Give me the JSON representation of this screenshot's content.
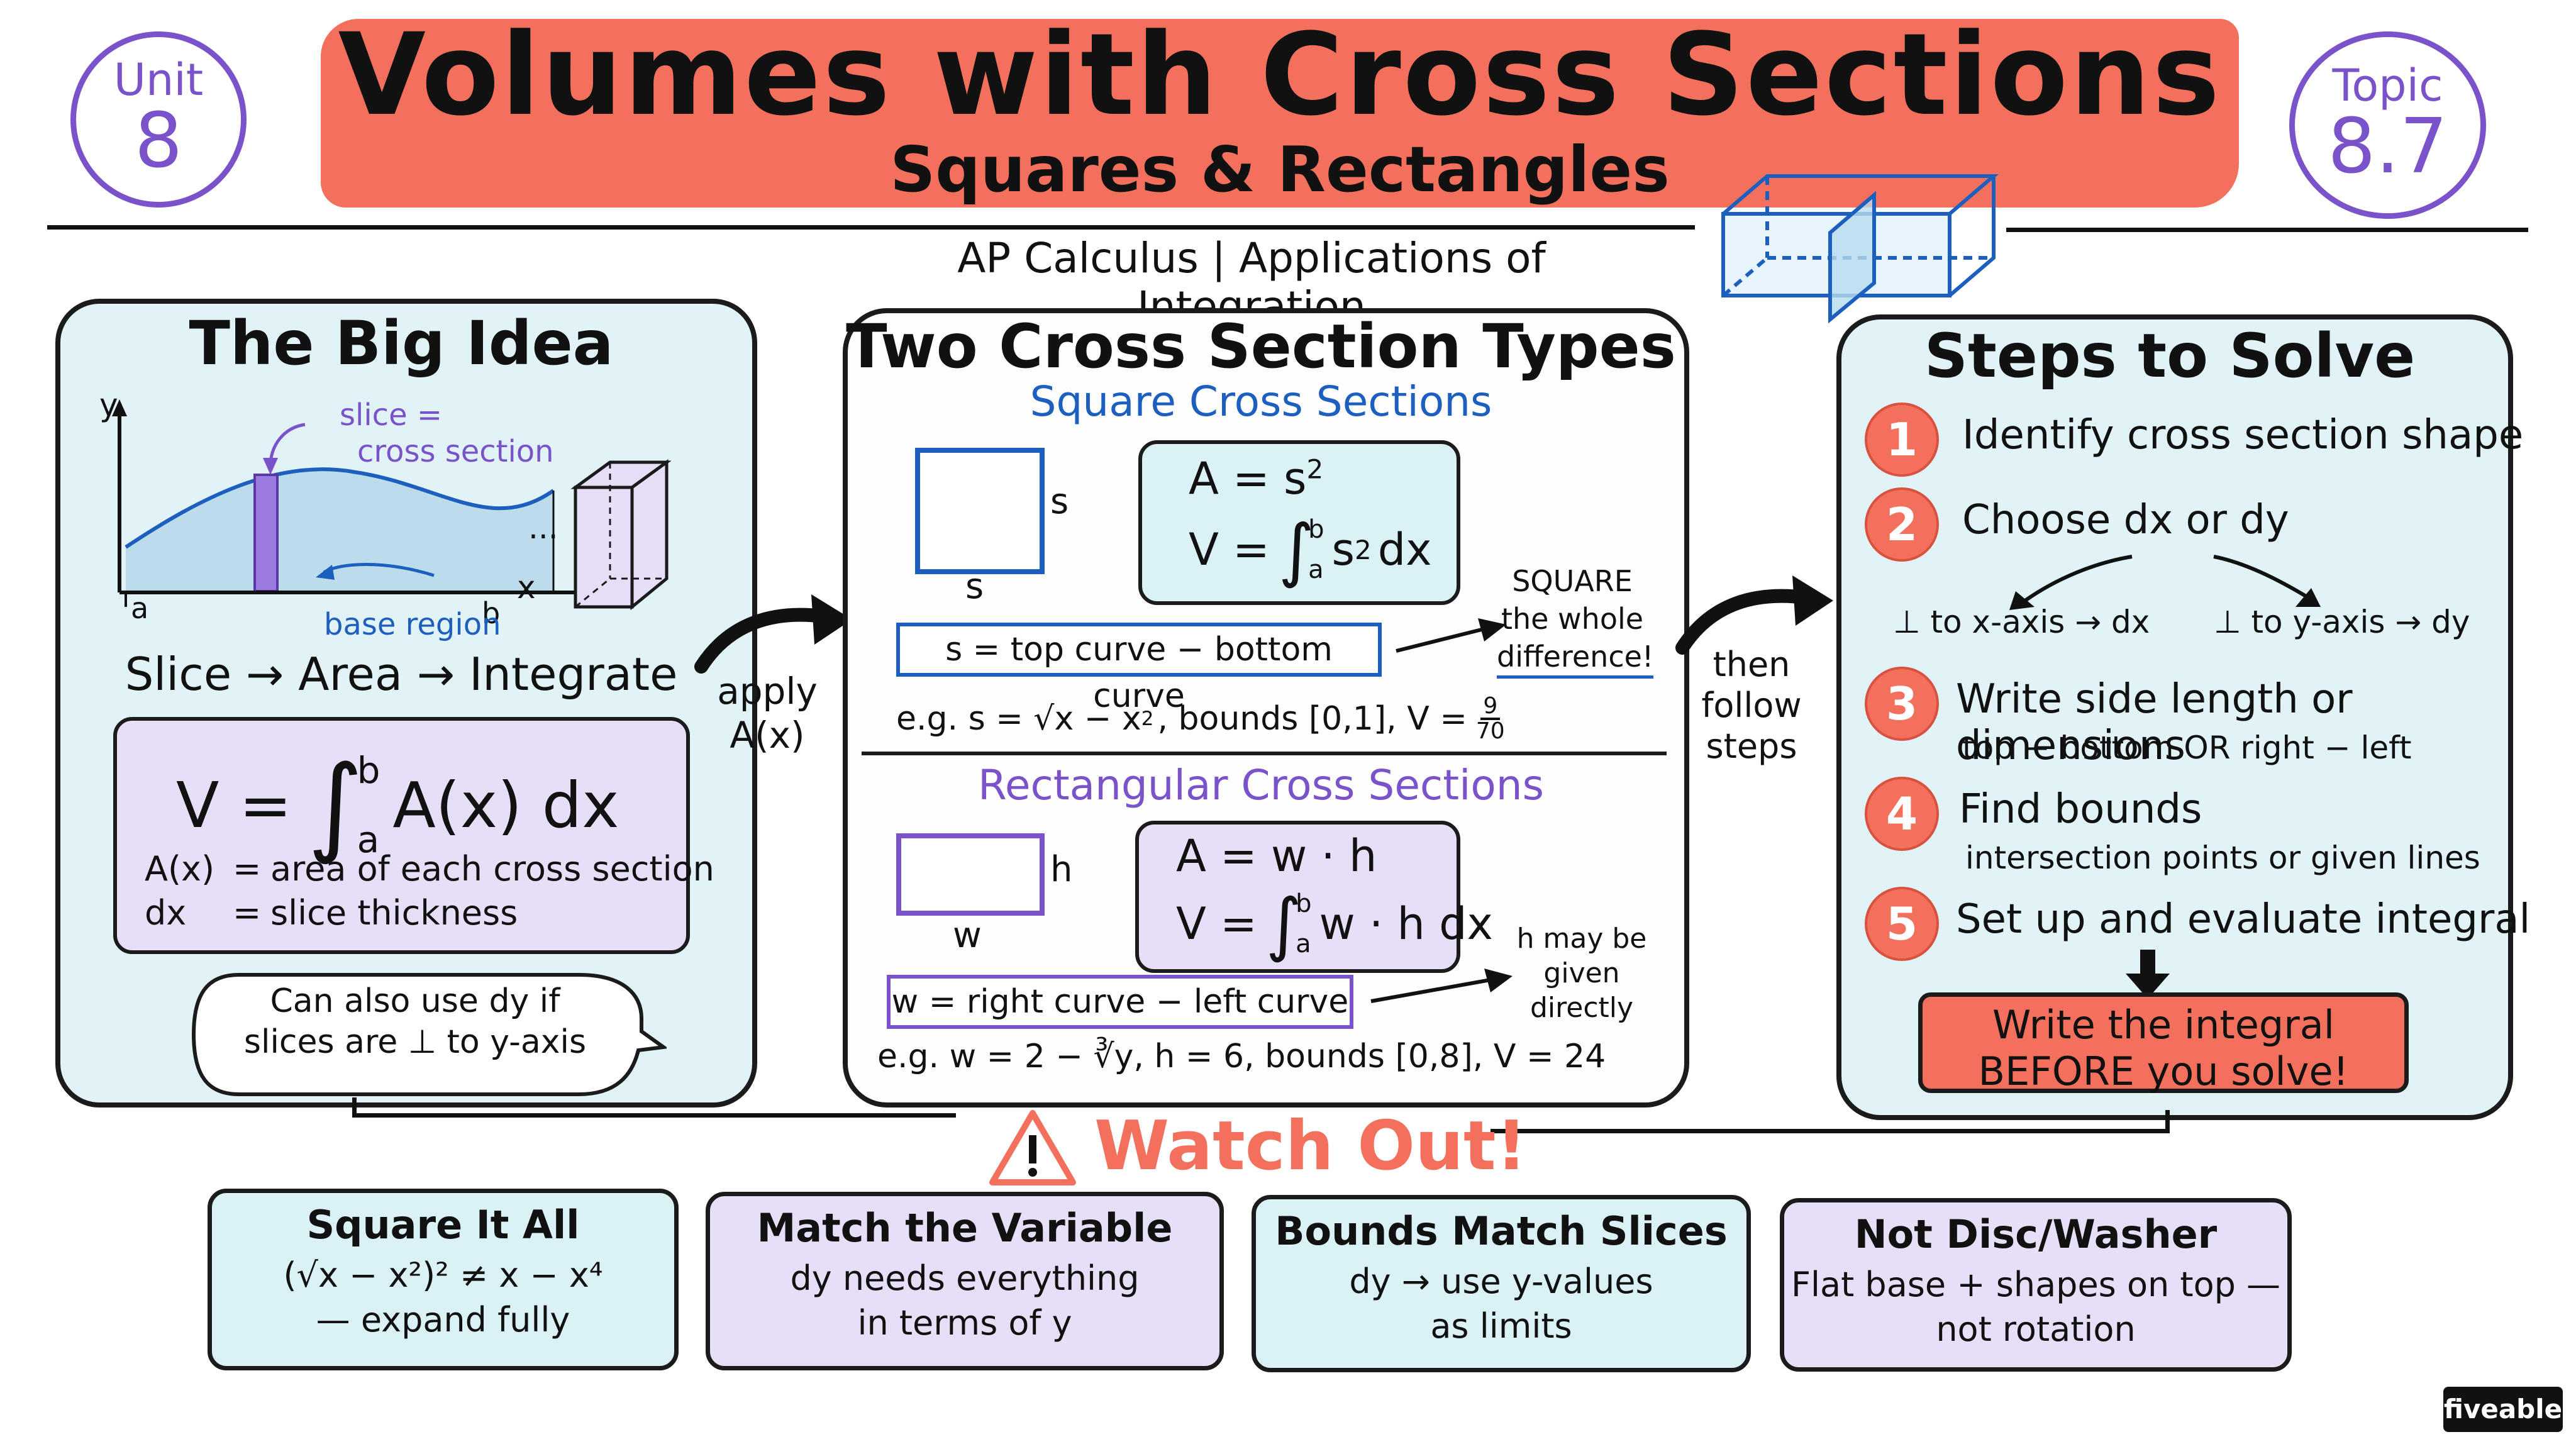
{
  "header": {
    "unit_label": "Unit",
    "unit_number": "8",
    "topic_label": "Topic",
    "topic_number": "8.7",
    "title": "Volumes with Cross Sections",
    "subtitle": "Squares & Rectangles",
    "course": "AP Calculus | Applications of Integration"
  },
  "big_idea": {
    "heading": "The Big Idea",
    "y_axis": "y",
    "x_axis": "x",
    "slice_label_1": "slice =",
    "slice_label_2": "cross section",
    "base_region": "base region",
    "a_label": "a",
    "b_label": "b",
    "ellipsis": "...",
    "flow": "Slice → Area → Integrate",
    "formula_V": "V =",
    "formula_integrand": "A(x) dx",
    "formula_b": "b",
    "formula_a": "a",
    "def1_term": "A(x)",
    "def1_eq": "=",
    "def1_text": "area of each cross section",
    "def2_term": "dx",
    "def2_eq": "=",
    "def2_text": "slice thickness",
    "bubble_1": "Can also use dy if",
    "bubble_2": "slices are ⊥ to y-axis"
  },
  "connector_1": {
    "line1": "apply",
    "line2": "A(x)"
  },
  "types": {
    "heading": "Two Cross Section Types",
    "square": {
      "subheading": "Square Cross Sections",
      "side_right": "s",
      "side_bottom": "s",
      "formula_A": "A = s",
      "formula_A_exp": "2",
      "formula_V": "V =",
      "formula_V_integrand": "s",
      "formula_V_exp": "2",
      "formula_V_dx": "dx",
      "formula_b": "b",
      "formula_a": "a",
      "side_rule": "s = top curve − bottom curve",
      "note_1": "SQUARE",
      "note_2": "the whole",
      "note_3": "difference!",
      "example_prefix": "e.g. s = √x − x",
      "example_exp": "2",
      "example_bounds": ", bounds [0,1], V =",
      "example_num": "9",
      "example_den": "70"
    },
    "rectangle": {
      "subheading": "Rectangular Cross Sections",
      "side_right": "h",
      "side_bottom": "w",
      "formula_A": "A = w · h",
      "formula_V": "V =",
      "formula_V_integrand": "w · h dx",
      "formula_b": "b",
      "formula_a": "a",
      "side_rule": "w = right curve − left curve",
      "note_1": "h may be",
      "note_2": "given",
      "note_3": "directly",
      "example": "e.g. w = 2 − ∛y, h = 6, bounds [0,8], V = 24"
    }
  },
  "connector_2": {
    "line1": "then",
    "line2": "follow",
    "line3": "steps"
  },
  "steps": {
    "heading": "Steps to Solve",
    "items": [
      {
        "num": "1",
        "text": "Identify cross section shape",
        "sub": ""
      },
      {
        "num": "2",
        "text": "Choose dx or dy",
        "sub": ""
      },
      {
        "num": "3",
        "text": "Write side length or dimensions",
        "sub": "top − bottom OR right − left"
      },
      {
        "num": "4",
        "text": "Find bounds",
        "sub": "intersection points or given lines"
      },
      {
        "num": "5",
        "text": "Set up and evaluate integral",
        "sub": ""
      }
    ],
    "branch_left": "⊥ to x-axis → dx",
    "branch_right": "⊥ to y-axis → dy",
    "callout_1": "Write the integral",
    "callout_2": "BEFORE you solve!"
  },
  "watch_out": {
    "heading": "Watch Out!",
    "cards": [
      {
        "title": "Square It All",
        "line1": "(√x − x²)² ≠ x − x⁴",
        "line2": "— expand fully"
      },
      {
        "title": "Match the Variable",
        "line1": "dy needs everything",
        "line2": "in terms of y"
      },
      {
        "title": "Bounds Match Slices",
        "line1": "dy → use y-values",
        "line2": "as limits"
      },
      {
        "title": "Not Disc/Washer",
        "line1": "Flat base + shapes on top —",
        "line2": "not rotation"
      }
    ]
  },
  "brand": "fiveable",
  "colors": {
    "coral": "#f2705c",
    "purple": "#7a52c9",
    "blue": "#1d5fbf",
    "panel_blue": "#e1f3f6",
    "panel_purple": "#e7dff7"
  }
}
